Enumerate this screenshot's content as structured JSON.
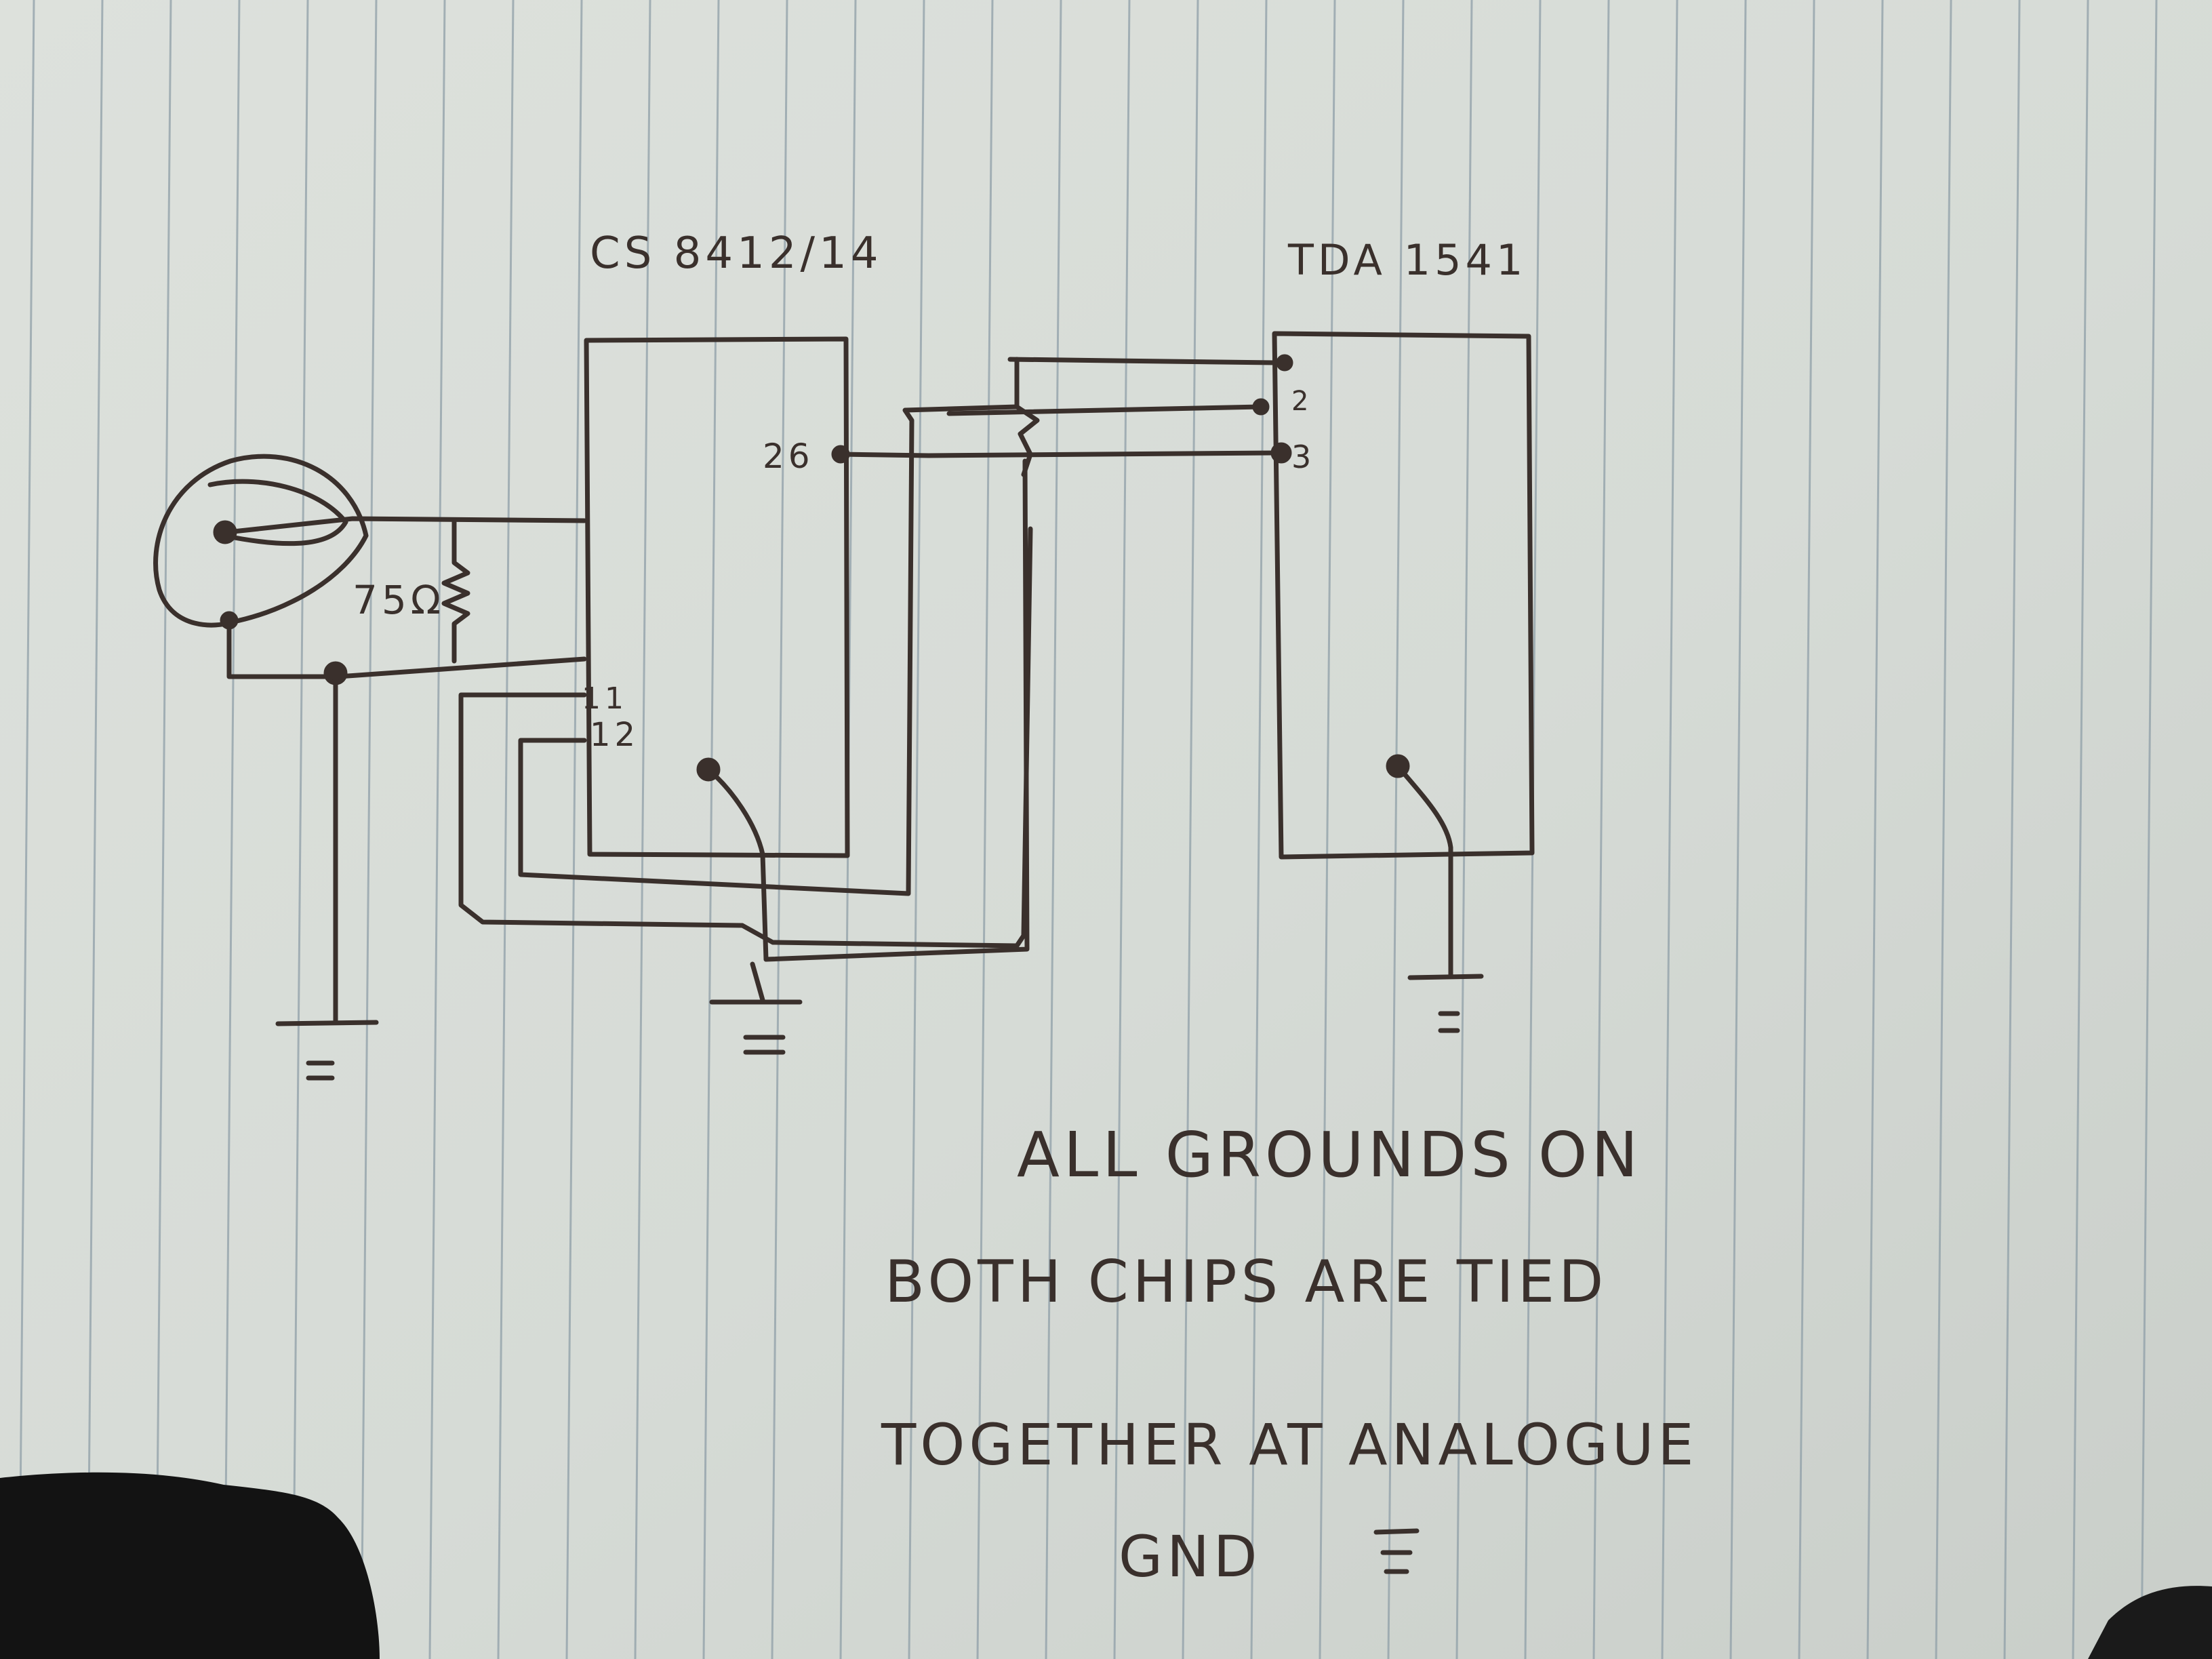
{
  "chips": {
    "left": {
      "label": "CS 8412/14",
      "pin_26": "26",
      "pin_11": "11",
      "pin_12": "12"
    },
    "right": {
      "label": "TDA 1541",
      "pin_2": "2",
      "pin_3": "3"
    }
  },
  "resistor": {
    "label": "75Ω"
  },
  "note": {
    "line1": "ALL GROUNDS ON",
    "line2": "BOTH CHIPS ARE TIED",
    "line3": "TOGETHER AT ANALOGUE",
    "line4": "GND"
  },
  "colors": {
    "ink": "#3a302c",
    "paper": "#d9ddd8",
    "rule": "#8f9fa8",
    "shadow": "#141414"
  }
}
